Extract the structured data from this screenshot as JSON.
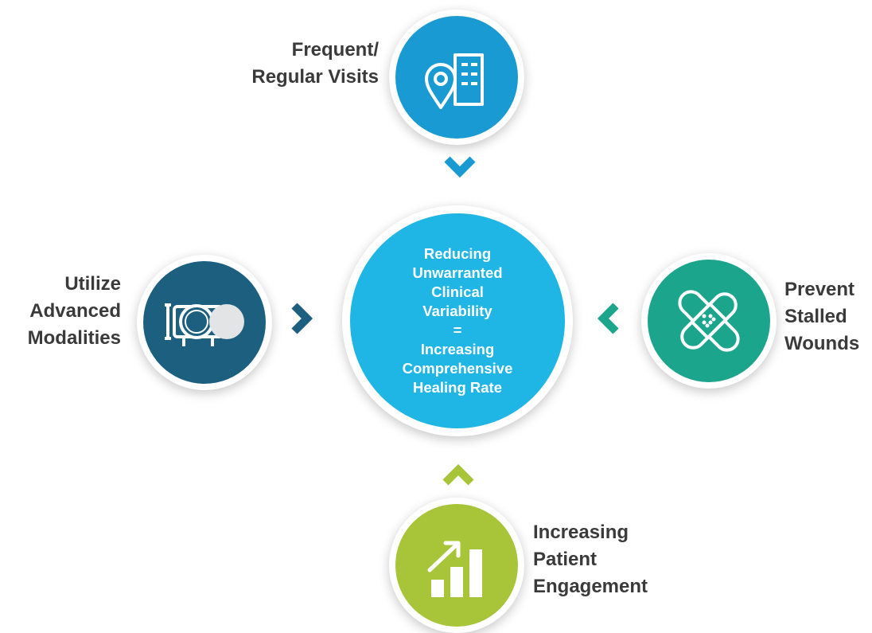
{
  "center": {
    "lines": [
      "Reducing",
      "Unwarranted",
      "Clinical",
      "Variability",
      "=",
      "Increasing",
      "Comprehensive",
      "Healing Rate"
    ]
  },
  "nodes": {
    "top": {
      "label_lines": [
        "Frequent/",
        "Regular Visits"
      ],
      "icon": "location-building-icon",
      "color": "#1a9ad3"
    },
    "left": {
      "label_lines": [
        "Utilize",
        "Advanced",
        "Modalities"
      ],
      "icon": "hyperbaric-chamber-icon",
      "color": "#1c5f7f"
    },
    "right": {
      "label_lines": [
        "Prevent",
        "Stalled",
        "Wounds"
      ],
      "icon": "bandage-icon",
      "color": "#1aa58c"
    },
    "bottom": {
      "label_lines": [
        "Increasing",
        "Patient",
        "Engagement"
      ],
      "icon": "growth-chart-icon",
      "color": "#a8c53a"
    }
  },
  "colors": {
    "center": "#1fb6e6",
    "label_text": "#3a3a3a"
  }
}
